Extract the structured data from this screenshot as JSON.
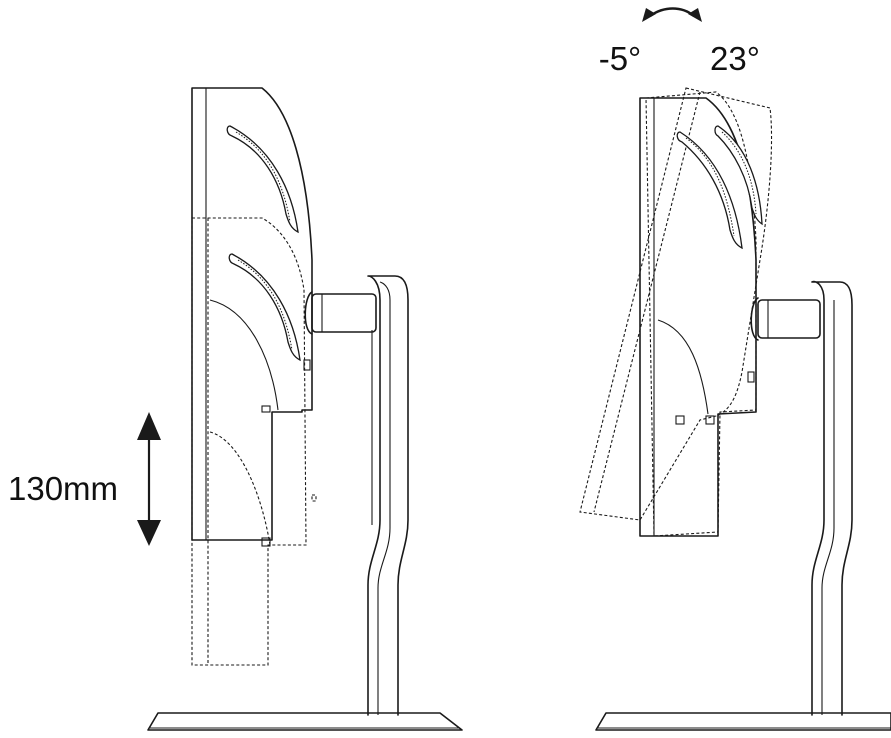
{
  "height_adjust": {
    "label": "130mm"
  },
  "tilt_adjust": {
    "forward_label": "-5°",
    "backward_label": "23°"
  }
}
